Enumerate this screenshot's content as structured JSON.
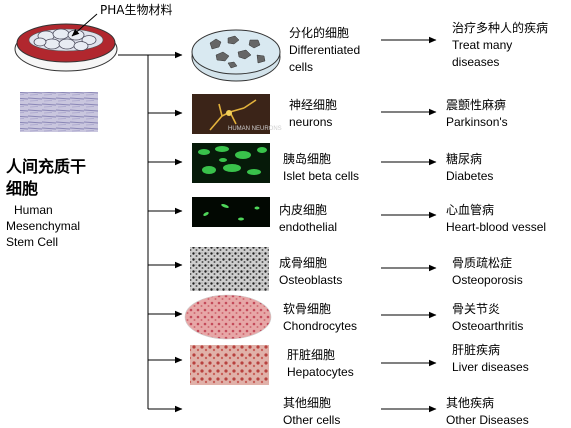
{
  "source": {
    "material_label": "PHA生物材料",
    "title_zh_1": "人间充质干",
    "title_zh_2": "细胞",
    "title_en_1": "Human",
    "title_en_2": "Mesenchymal",
    "title_en_3": "Stem Cell"
  },
  "rows": [
    {
      "cell_zh": "分化的细胞",
      "cell_en_1": "Differentiated",
      "cell_en_2": "cells",
      "disease_zh": "治疗多种人的疾病",
      "disease_en_1": "Treat many",
      "disease_en_2": "diseases",
      "image": "petri-dish-with-differentiated-cells"
    },
    {
      "cell_zh": "神经细胞",
      "cell_en": "neurons",
      "disease_zh": "震颤性麻痹",
      "disease_en": "Parkinson's",
      "image": "neuron-micrograph",
      "image_caption": "HUMAN NEURONS"
    },
    {
      "cell_zh": "胰岛细胞",
      "cell_en": "Islet beta cells",
      "disease_zh": "糖尿病",
      "disease_en": "Diabetes",
      "image": "islet-cell-micrograph"
    },
    {
      "cell_zh": "内皮细胞",
      "cell_en": "endothelial",
      "disease_zh": "心血管病",
      "disease_en": "Heart-blood vessel",
      "image": "endothelial-micrograph"
    },
    {
      "cell_zh": "成骨细胞",
      "cell_en": "Osteoblasts",
      "disease_zh": "骨质疏松症",
      "disease_en": "Osteoporosis",
      "image": "osteoblast-micrograph"
    },
    {
      "cell_zh": "软骨细胞",
      "cell_en": "Chondrocytes",
      "disease_zh": "骨关节炎",
      "disease_en": "Osteoarthritis",
      "image": "cartilage-tissue-micrograph"
    },
    {
      "cell_zh": "肝脏细胞",
      "cell_en": "Hepatocytes",
      "disease_zh": "肝脏疾病",
      "disease_en": "Liver diseases",
      "image": "liver-tissue-micrograph"
    },
    {
      "cell_zh": "其他细胞",
      "cell_en": "Other cells",
      "disease_zh": "其他疾病",
      "disease_en": "Other Diseases"
    }
  ]
}
